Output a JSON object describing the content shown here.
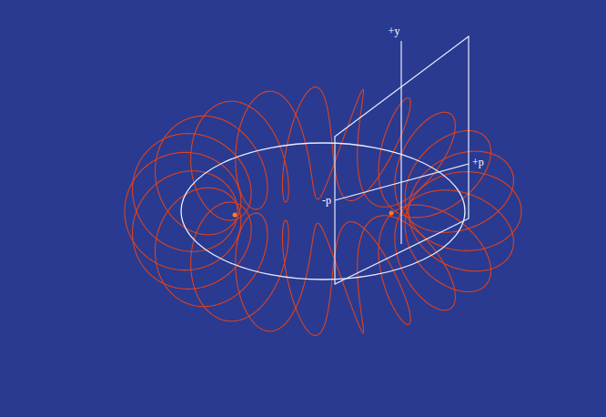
{
  "diagram": {
    "labels": [
      "+y",
      "+p",
      "-p"
    ]
  }
}
